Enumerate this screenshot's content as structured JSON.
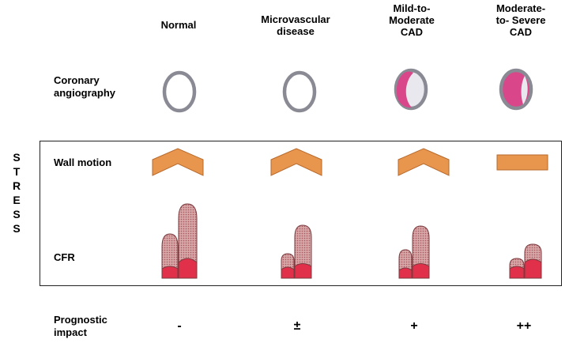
{
  "columns": [
    {
      "label": "Normal"
    },
    {
      "label": "Microvascular\ndisease"
    },
    {
      "label": "Mild-to-\nModerate\nCAD"
    },
    {
      "label": "Moderate-\nto- Severe\nCAD"
    }
  ],
  "rows": {
    "angiography": "Coronary\nangiography",
    "wall_motion": "Wall motion",
    "cfr": "CFR",
    "prognostic": "Prognostic\nimpact"
  },
  "stress_label": "S\nT\nR\nE\nS\nS",
  "prognostic_values": [
    "-",
    "±",
    "+",
    "++"
  ],
  "colors": {
    "vessel_wall": "#8a8a94",
    "plaque": "#d9468a",
    "lumen_white": "#e8e8ee",
    "wall_motion": "#e8964e",
    "cfr_base": "#e0304a",
    "cfr_top": "#c98f90"
  }
}
